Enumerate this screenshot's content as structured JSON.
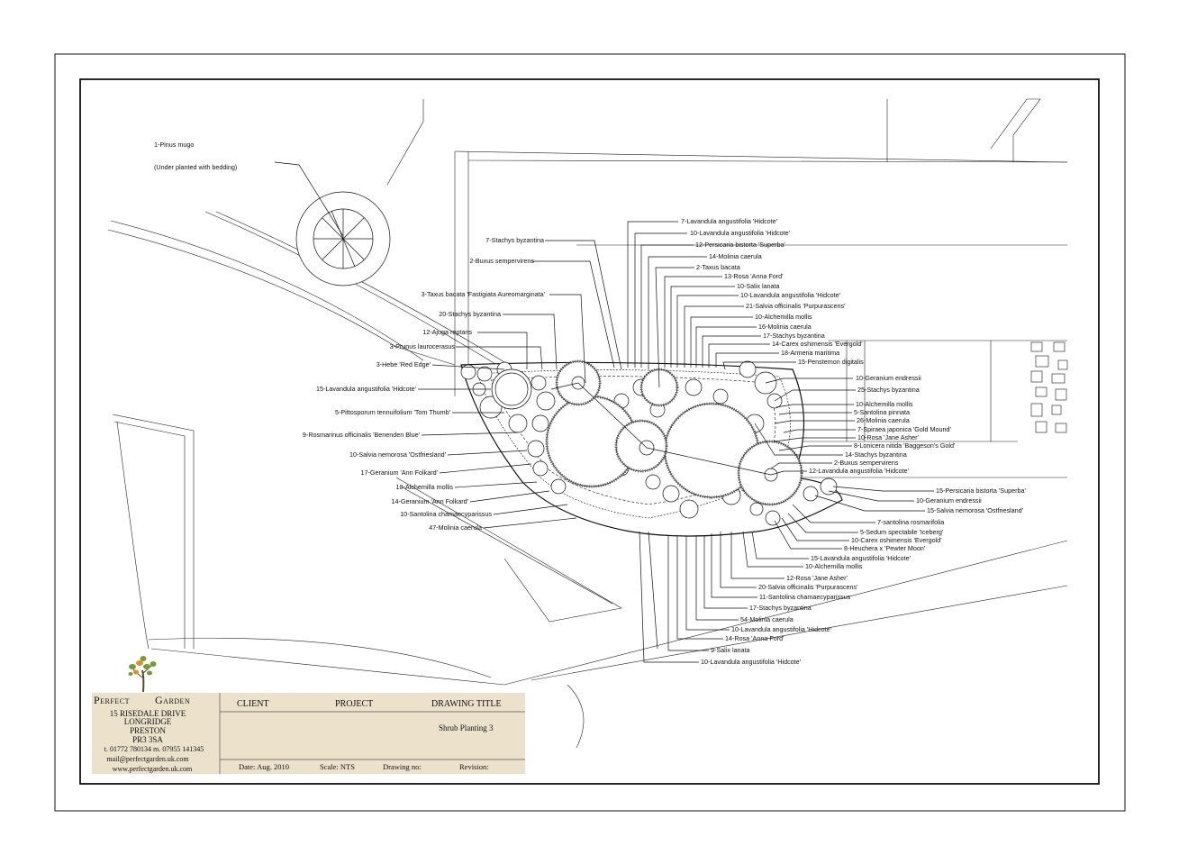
{
  "drawing": {
    "labels_left": [
      "1-Pinus mugo",
      "(Under planted with bedding)",
      "7-Stachys byzantina",
      "2-Buxus sempervirens",
      "3-Taxus bacata 'Fastigiata Aureomarginata'",
      "20-Stachys byzantina",
      "12-Ajuga reptans",
      "3-Prunus laurocerasus",
      "3-Hebe 'Red Edge'",
      "15-Lavandula angustifolia 'Hidcote'",
      "5-Pittosporum tennuifolium 'Tom Thumb'",
      "9-Rosmarinus officinalis 'Benenden Blue'",
      "10-Salvia nemorosa 'Ostfriesland'",
      "17-Geranium 'Ann Folkard'",
      "10-Alchemilla mollis",
      "14-Geranium 'Ann Folkard'",
      "10-Santolina chamaecyparissus",
      "47-Molinia caerula"
    ],
    "labels_top": [
      "7-Lavandula angustifolia 'Hidcote'",
      "10-Lavandula angustifolia 'Hidcote'",
      "12-Persicaria bistorta 'Superba'",
      "14-Molinia caerula",
      "2-Taxus bacata",
      "13-Rosa 'Anna Ford'",
      "10-Salix lanata",
      "10-Lavandula angustifolia 'Hidcote'",
      "21-Salvia officinalis 'Purpurascens'",
      "10-Alchemilla mollis",
      "16-Molinia caerula",
      "17-Stachys byzantina",
      "14-Carex oshimensis 'Evergold'",
      "18-Armeria maritima",
      "15-Penstemon digitalis"
    ],
    "labels_right": [
      "10-Geranium endressii",
      "25-Stachys byzantina",
      "10-Alchemilla mollis",
      "5-Santolina pinnata",
      "26-Molinia caerula",
      "7-Spiraea japonica 'Gold Mound'",
      "10-Rosa 'Jane Asher'",
      "8-Lonicera nitida 'Baggeson's Gold'",
      "14-Stachys byzantina",
      "2-Buxus sempervirens",
      "12-Lavandula angustifolia 'Hidcote'",
      "15-Persicaria bistorta 'Superba'",
      "10-Geranium endressii",
      "15-Salvia nemorosa 'Ostfriesland'",
      "7-santolina rosmarifolia",
      "5-Sedum spectabile 'Iceberg'",
      "10-Carex oshimensis 'Evergold'",
      "8-Heuchera x 'Pewter Moon'"
    ],
    "labels_bottom": [
      "15-Lavandula angustifolia 'Hidcote'",
      "10-Alchemilla mollis",
      "12-Rosa 'Jane Asher'",
      "20-Salvia officinalis 'Purpurascens'",
      "11-Santolina chamaecyparissus",
      "17-Stachys byzantina",
      "54-Molinia caerula",
      "10-Lavandula angustifolia 'Hidcote'",
      "14-Rosa 'Anna Ford'",
      "9-Salix lanata",
      "10-Lavandula angustifolia 'Hidcote'"
    ]
  },
  "title_block": {
    "company_first": "Perfect",
    "company_second": "Garden",
    "address": [
      "15 RISEDALE DRIVE",
      "LONGRIDGE",
      "PRESTON",
      "PR3 3SA"
    ],
    "phone": "t. 01772 780134  m. 07955 141345",
    "email": "mail@perfectgarden.uk.com",
    "web": "www.perfectgarden.uk.com",
    "client_label": "CLIENT",
    "project_label": "PROJECT",
    "drawing_title_label": "DRAWING TITLE",
    "drawing_title": "Shrub Planting 3",
    "date": "Date:  Aug. 2010",
    "scale": "Scale: NTS",
    "drawing_no": "Drawing no:",
    "revision": "Revision:"
  },
  "colors": {
    "panel": "#ece2cc",
    "logo_leaf_green": "#7a9a3a",
    "logo_leaf_orange": "#d9902a",
    "logo_trunk": "#5b4a2a"
  }
}
